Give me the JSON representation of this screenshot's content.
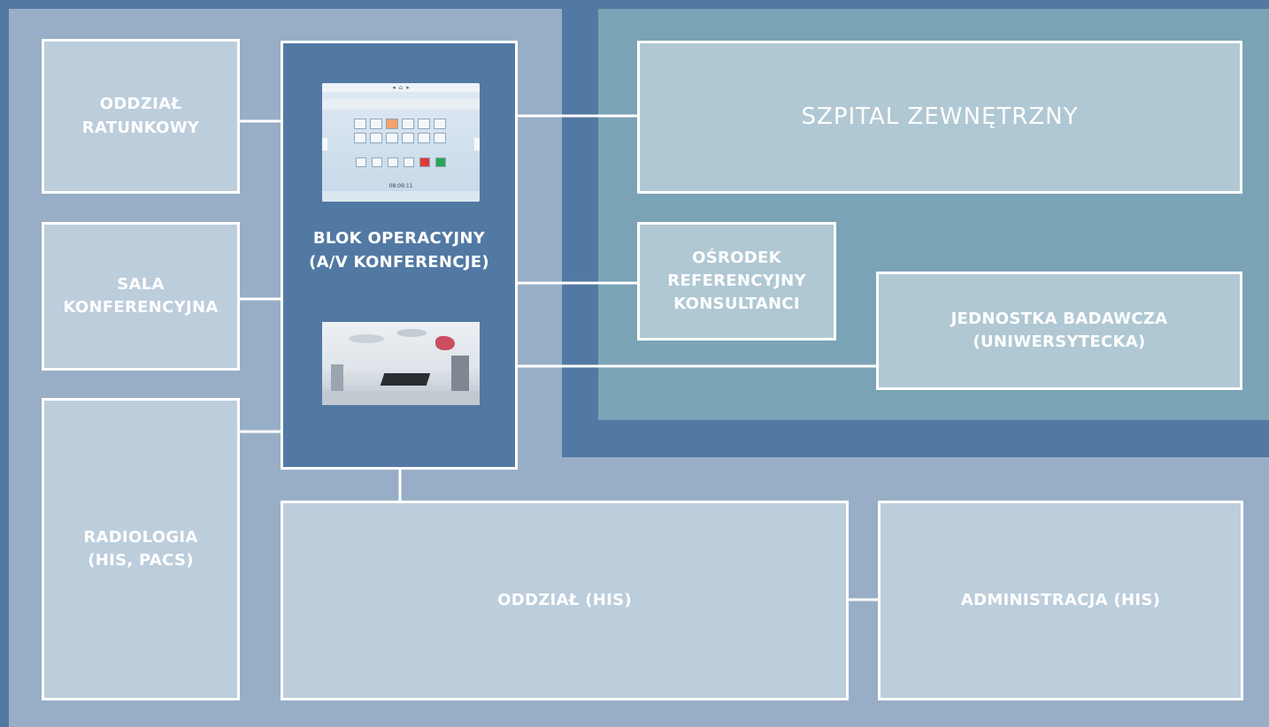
{
  "diagram": {
    "nodes": {
      "emergency": "ODDZIAŁ\nRATUNKOWY",
      "conference_room": "SALA\nKONFERENCYJNA",
      "radiology": "RADIOLOGIA\n(HIS, PACS)",
      "operating_block": "BLOK OPERACYJNY\n(A/V KONFERENCJE)",
      "external_hospital": "SZPITAL ZEWNĘTRZNY",
      "reference_center": "OŚRODEK\nREFERENCYJNY\nKONSULTANCI",
      "research_unit": "JEDNOSTKA BADAWCZA\n(UNIWERSYTECKA)",
      "ward": "ODDZIAŁ (HIS)",
      "administration": "ADMINISTRACJA (HIS)"
    },
    "tablet_clock": "08:09:11",
    "colors": {
      "outer_background": "#5279a3",
      "hospital_area": "#98aec6",
      "external_area": "#7ba3b6",
      "box_fill": "#bccddc",
      "box_border": "#ffffff",
      "operating_block_fill": "#5279a3"
    }
  }
}
